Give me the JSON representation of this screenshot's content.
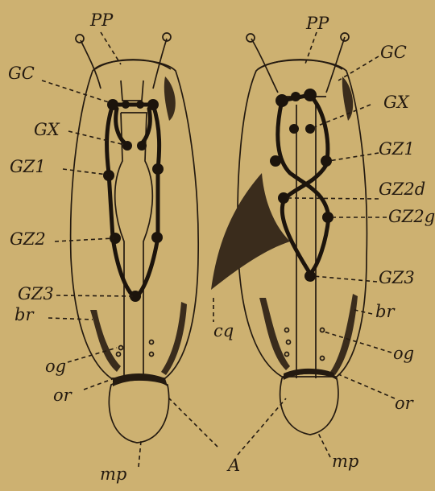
{
  "figure": {
    "background": "#cdb171",
    "ink": "#241a10",
    "labels": {
      "pp_left": "PP",
      "pp_right": "PP",
      "gc_left": "GC",
      "gc_right": "GC",
      "gx_left": "GX",
      "gx_right": "GX",
      "gz1_left": "GZ1",
      "gz1_right": "GZ1",
      "gz2_left": "GZ2",
      "gz2d_right": "GZ2d",
      "gz2g_right": "GZ2g",
      "gz3_left": "GZ3",
      "gz3_right": "GZ3",
      "br_left": "br",
      "br_right": "br",
      "cq": "cq",
      "og_left": "og",
      "og_right": "og",
      "or_left": "or",
      "or_right": "or",
      "A": "A",
      "mp_left": "mp",
      "mp_right": "mp"
    }
  }
}
